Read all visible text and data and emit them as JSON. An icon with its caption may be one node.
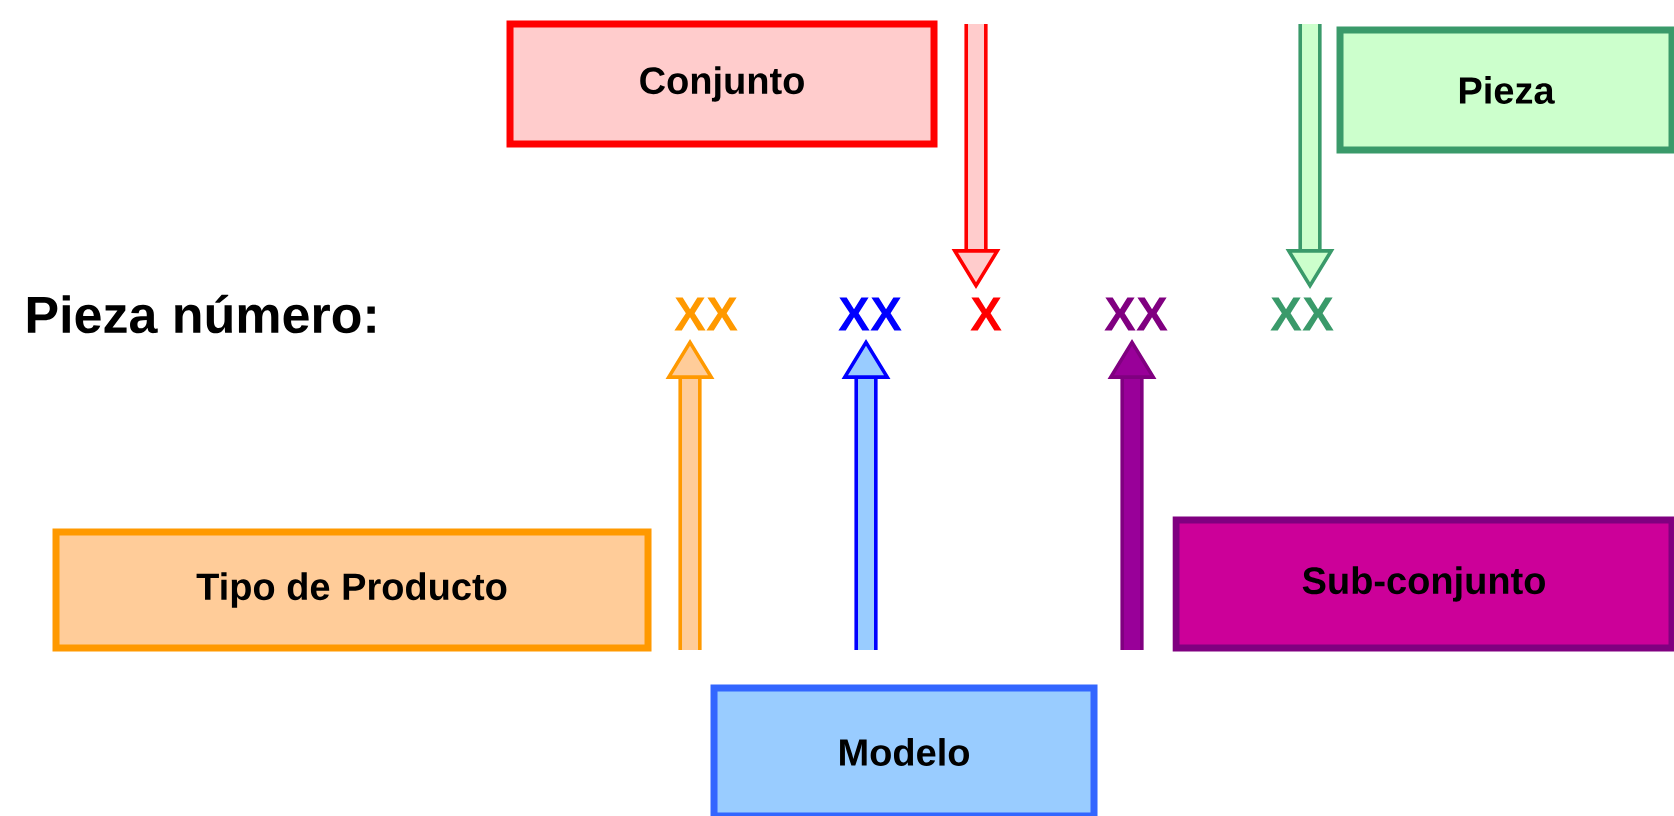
{
  "diagram": {
    "nodes": [
      {
        "text": [
          "Conjunto"
        ]
      },
      {
        "text": [
          "Pieza"
        ]
      },
      {
        "text": [
          "XX"
        ]
      },
      {
        "text": [
          "XX"
        ]
      },
      {
        "text": [
          "X"
        ]
      },
      {
        "text": [
          "XX"
        ]
      },
      {
        "text": [
          "XX"
        ]
      },
      {
        "text": [
          "Tipo de Producto"
        ]
      },
      {
        "text": [
          "Sub-conjunto"
        ]
      },
      {
        "text": [
          "Modelo"
        ]
      }
    ],
    "edges": [
      {
        "from": null,
        "to": 4,
        "arrow": "to",
        "color": "#ff0000"
      },
      {
        "from": null,
        "to": 6,
        "arrow": "to",
        "color": "#3a9a6a"
      },
      {
        "from": null,
        "to": 2,
        "arrow": "to",
        "color": "#ff9900"
      },
      {
        "from": null,
        "to": 3,
        "arrow": "to",
        "color": "#0000ff"
      },
      {
        "from": null,
        "to": 5,
        "arrow": "to",
        "color": "#800080"
      }
    ],
    "labels": [
      "Pieza número:"
    ]
  }
}
